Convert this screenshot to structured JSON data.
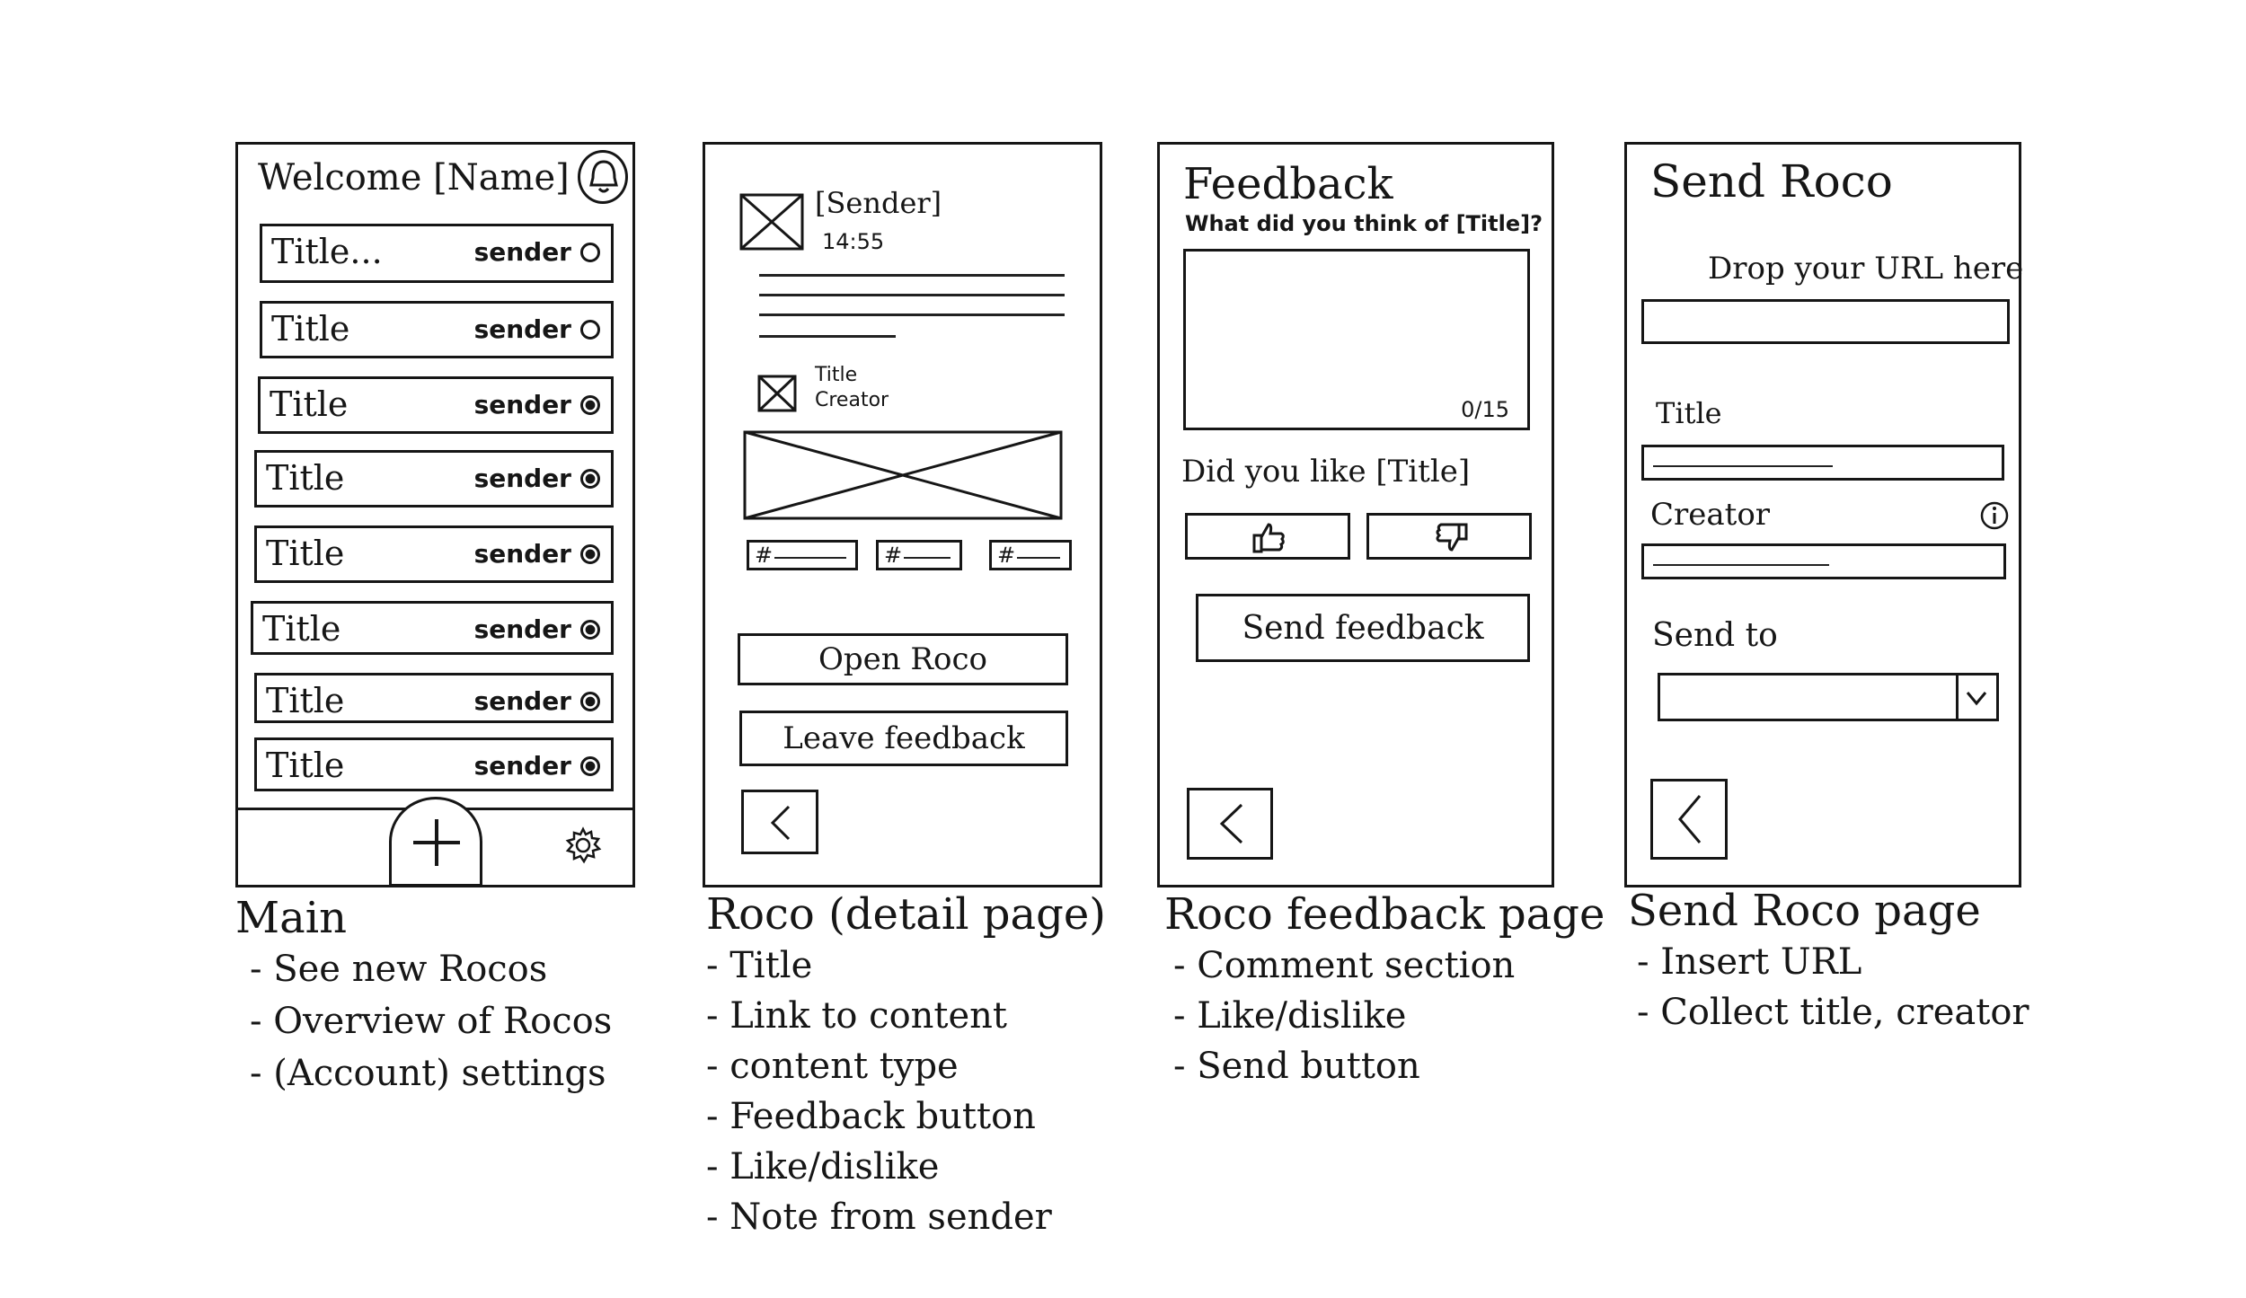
{
  "main": {
    "welcome": "Welcome [Name]",
    "rows": [
      {
        "title": "Title...",
        "sender": "sender"
      },
      {
        "title": "Title",
        "sender": "sender"
      },
      {
        "title": "Title",
        "sender": "sender"
      },
      {
        "title": "Title",
        "sender": "sender"
      },
      {
        "title": "Title",
        "sender": "sender"
      },
      {
        "title": "Title",
        "sender": "sender"
      },
      {
        "title": "Title",
        "sender": "sender"
      },
      {
        "title": "Title",
        "sender": "sender"
      }
    ],
    "add_label": "+",
    "icons": {
      "bell": "bell-icon",
      "settings": "gear-icon",
      "add": "plus-icon"
    }
  },
  "detail": {
    "sender": "[Sender]",
    "time": "14:55",
    "item_title": "Title",
    "item_creator": "Creator",
    "tags": [
      "#",
      "#",
      "#"
    ],
    "open_button": "Open Roco",
    "feedback_button": "Leave feedback",
    "back_icon": "chevron-left-icon"
  },
  "feedback": {
    "heading": "Feedback",
    "question": "What did you think of [Title]?",
    "counter": "0/15",
    "like_question": "Did you like [Title]",
    "send_button": "Send feedback",
    "icons": {
      "like": "thumbs-up-icon",
      "dislike": "thumbs-down-icon",
      "back": "chevron-left-icon"
    }
  },
  "send": {
    "heading": "Send Roco",
    "url_label": "Drop your URL here",
    "title_label": "Title",
    "creator_label": "Creator",
    "send_to_label": "Send to",
    "icons": {
      "info": "info-icon",
      "dropdown": "chevron-down-icon",
      "back": "chevron-left-icon"
    }
  },
  "captions": [
    {
      "title": "Main",
      "items": [
        "- See new Rocos",
        "- Overview of Rocos",
        "- (Account) settings"
      ]
    },
    {
      "title": "Roco (detail page)",
      "items": [
        "- Title",
        "- Link to content",
        "- content type",
        "- Feedback button",
        "- Like/dislike",
        "- Note from sender"
      ]
    },
    {
      "title": "Roco feedback page",
      "items": [
        "- Comment section",
        "- Like/dislike",
        "- Send button"
      ]
    },
    {
      "title": "Send Roco page",
      "items": [
        "- Insert URL",
        "- Collect title, creator"
      ]
    }
  ]
}
